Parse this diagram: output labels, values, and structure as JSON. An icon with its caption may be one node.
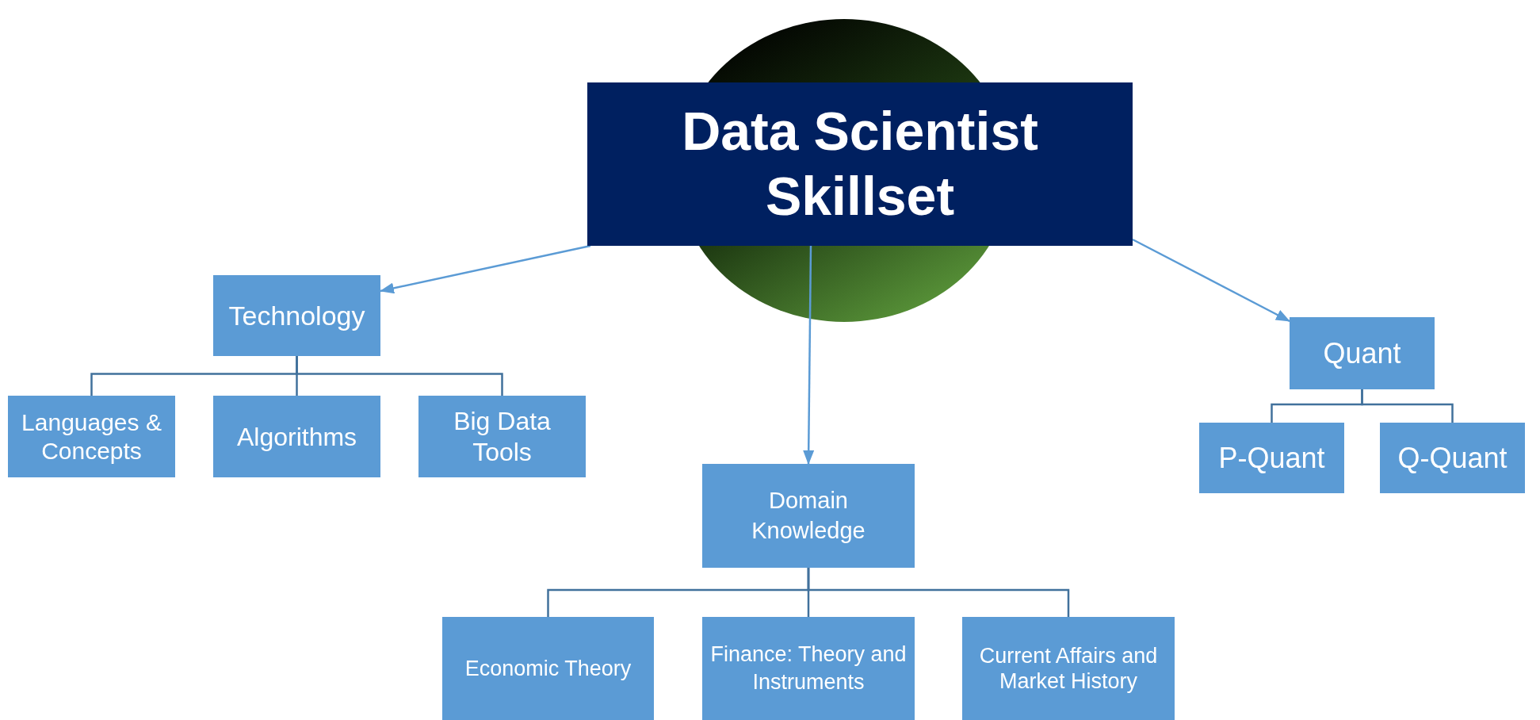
{
  "diagram": {
    "nodes": [
      {
        "text": [
          "Data Scientist Skillset"
        ]
      },
      {
        "text": [
          "Technology"
        ]
      },
      {
        "text": [
          "Languages & Concepts"
        ]
      },
      {
        "text": [
          "Algorithms"
        ]
      },
      {
        "text": [
          "Big Data Tools"
        ]
      },
      {
        "text": [
          "Domain Knowledge"
        ]
      },
      {
        "text": [
          "Economic Theory"
        ]
      },
      {
        "text": [
          "Finance: Theory and Instruments"
        ]
      },
      {
        "text": [
          "Current Affairs and Market History"
        ]
      },
      {
        "text": [
          "Quant"
        ]
      },
      {
        "text": [
          "P-Quant"
        ]
      },
      {
        "text": [
          "Q-Quant"
        ]
      }
    ],
    "edges": [
      {
        "from": 0,
        "to": 1,
        "arrow": "to",
        "color": "#5b9bd5"
      },
      {
        "from": 0,
        "to": 5,
        "arrow": "to",
        "color": "#5b9bd5"
      },
      {
        "from": 0,
        "to": 9,
        "arrow": "to",
        "color": "#5b9bd5"
      },
      {
        "from": 1,
        "to": 2,
        "arrow": "none"
      },
      {
        "from": 1,
        "to": 3,
        "arrow": "none"
      },
      {
        "from": 1,
        "to": 4,
        "arrow": "none"
      },
      {
        "from": 5,
        "to": 6,
        "arrow": "none"
      },
      {
        "from": 5,
        "to": 7,
        "arrow": "none"
      },
      {
        "from": 5,
        "to": 8,
        "arrow": "none"
      },
      {
        "from": 9,
        "to": 10,
        "arrow": "none"
      },
      {
        "from": 9,
        "to": 11,
        "arrow": "none"
      }
    ]
  }
}
